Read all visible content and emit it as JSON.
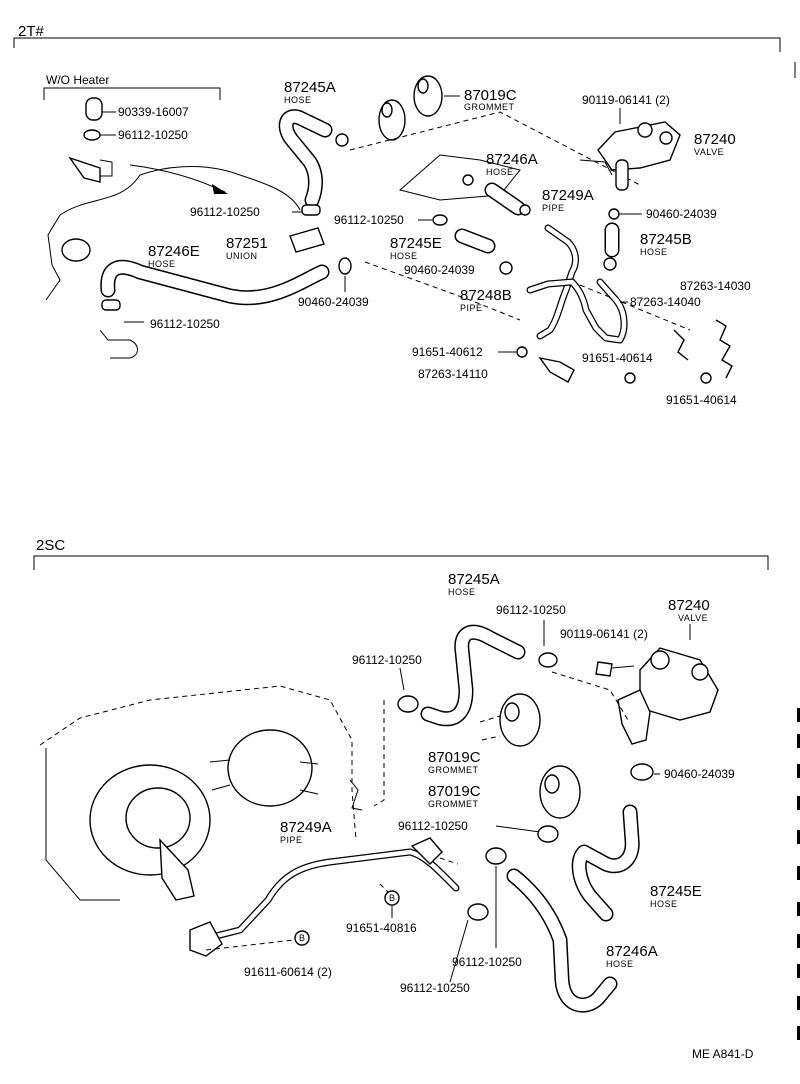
{
  "sections": {
    "top": {
      "title": "2T#",
      "wo_heater": "W/O  Heater",
      "labels": {
        "a1": "90339-16007",
        "a2": "96112-10250",
        "a3": "87245A",
        "a3s": "HOSE",
        "a4": "87019C",
        "a4s": "GROMMET",
        "a5": "90119-06141 (2)",
        "a6": "87240",
        "a6s": "VALVE",
        "a7": "87246A",
        "a7s": "HOSE",
        "a8": "96112-10250",
        "a9": "87249A",
        "a9s": "PIPE",
        "a10": "96112-10250",
        "a11": "90460-24039",
        "a12": "87251",
        "a12s": "UNION",
        "a13": "87245E",
        "a13s": "HOSE",
        "a14": "87245B",
        "a14s": "HOSE",
        "a15": "87246E",
        "a15s": "HOSE",
        "a16": "90460-24039",
        "a17": "87263-14030",
        "a18": "87248B",
        "a18s": "PIPE",
        "a19": "87263-14040",
        "a20": "90460-24039",
        "a21": "96112-10250",
        "a22": "91651-40612",
        "a23": "91651-40614",
        "a24": "87263-14110",
        "a25": "91651-40614"
      }
    },
    "bottom": {
      "title": "2SC",
      "labels": {
        "b1": "87245A",
        "b1s": "HOSE",
        "b2": "96112-10250",
        "b3": "87240",
        "b3s": "VALVE",
        "b4": "96112-10250",
        "b5": "90119-06141 (2)",
        "b6": "87019C",
        "b6s": "GROMMET",
        "b7": "90460-24039",
        "b8": "87019C",
        "b8s": "GROMMET",
        "b9": "87249A",
        "b9s": "PIPE",
        "b10": "96112-10250",
        "b11": "87245E",
        "b11s": "HOSE",
        "b12": "91651-40816",
        "b13": "87246A",
        "b13s": "HOSE",
        "b14": "91611-60614 (2)",
        "b15": "96112-10250",
        "b16": "96112-10250",
        "circle_b": "B"
      }
    },
    "footer": "ME  A841-D"
  }
}
